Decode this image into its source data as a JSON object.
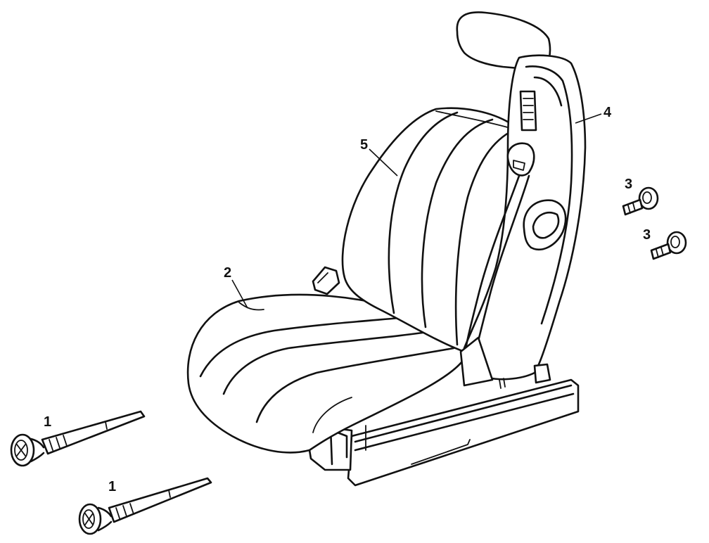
{
  "callouts": {
    "c1a": "1",
    "c1b": "1",
    "c2": "2",
    "c3a": "3",
    "c3b": "3",
    "c4": "4",
    "c5": "5"
  },
  "colors": {
    "ink": "#111111",
    "paper": "#ffffff"
  }
}
